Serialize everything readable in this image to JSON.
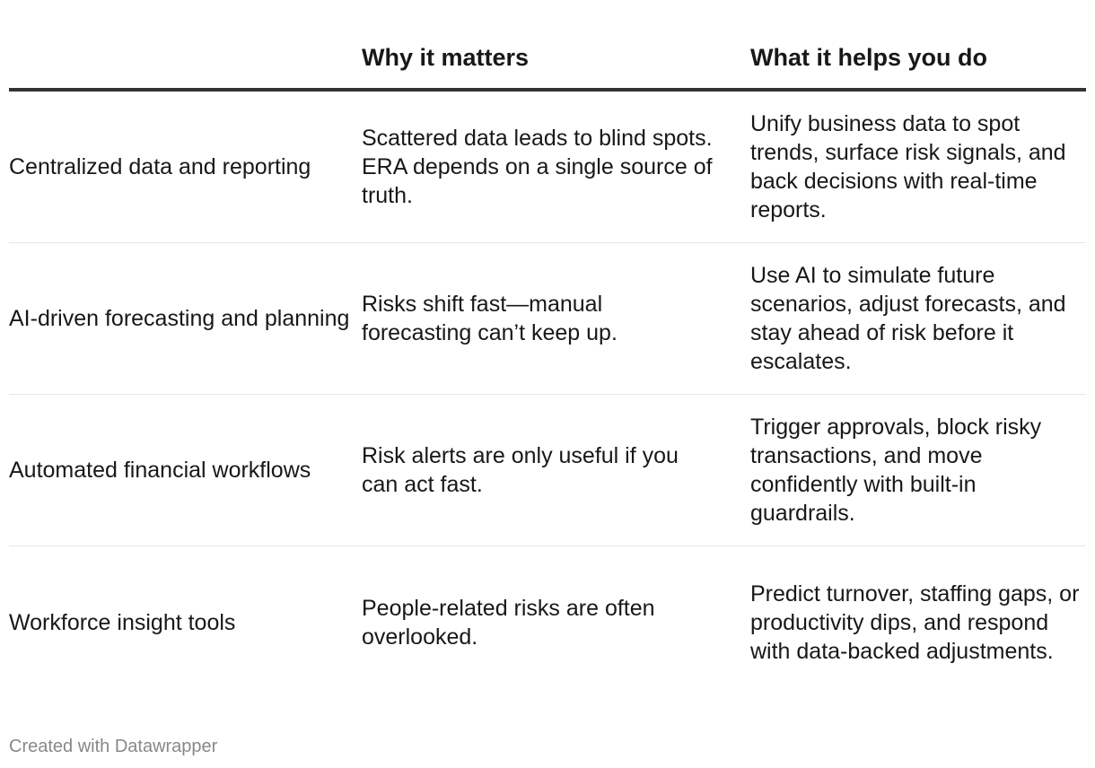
{
  "table": {
    "headers": [
      "",
      "Why it matters",
      "What it helps you do"
    ],
    "rows": [
      {
        "feature": "Centralized data and reporting",
        "why": "Scattered data leads to blind spots. ERA depends on a single source of truth.",
        "what": "Unify business data to spot trends, surface risk signals, and back decisions with real-time reports."
      },
      {
        "feature": "AI-driven forecasting and planning",
        "why": "Risks shift fast—manual forecasting can’t keep up.",
        "what": "Use AI to simulate future scenarios, adjust forecasts, and stay ahead of risk before it escalates."
      },
      {
        "feature": "Automated financial workflows",
        "why": "Risk alerts are only useful if you can act fast.",
        "what": "Trigger approvals, block risky transactions, and move confidently with built-in guardrails."
      },
      {
        "feature": "Workforce insight tools",
        "why": "People-related risks are often overlooked.",
        "what": "Predict turnover, staffing gaps, or productivity dips, and respond with data-backed adjustments."
      }
    ]
  },
  "footer": {
    "credit": "Created with Datawrapper"
  }
}
